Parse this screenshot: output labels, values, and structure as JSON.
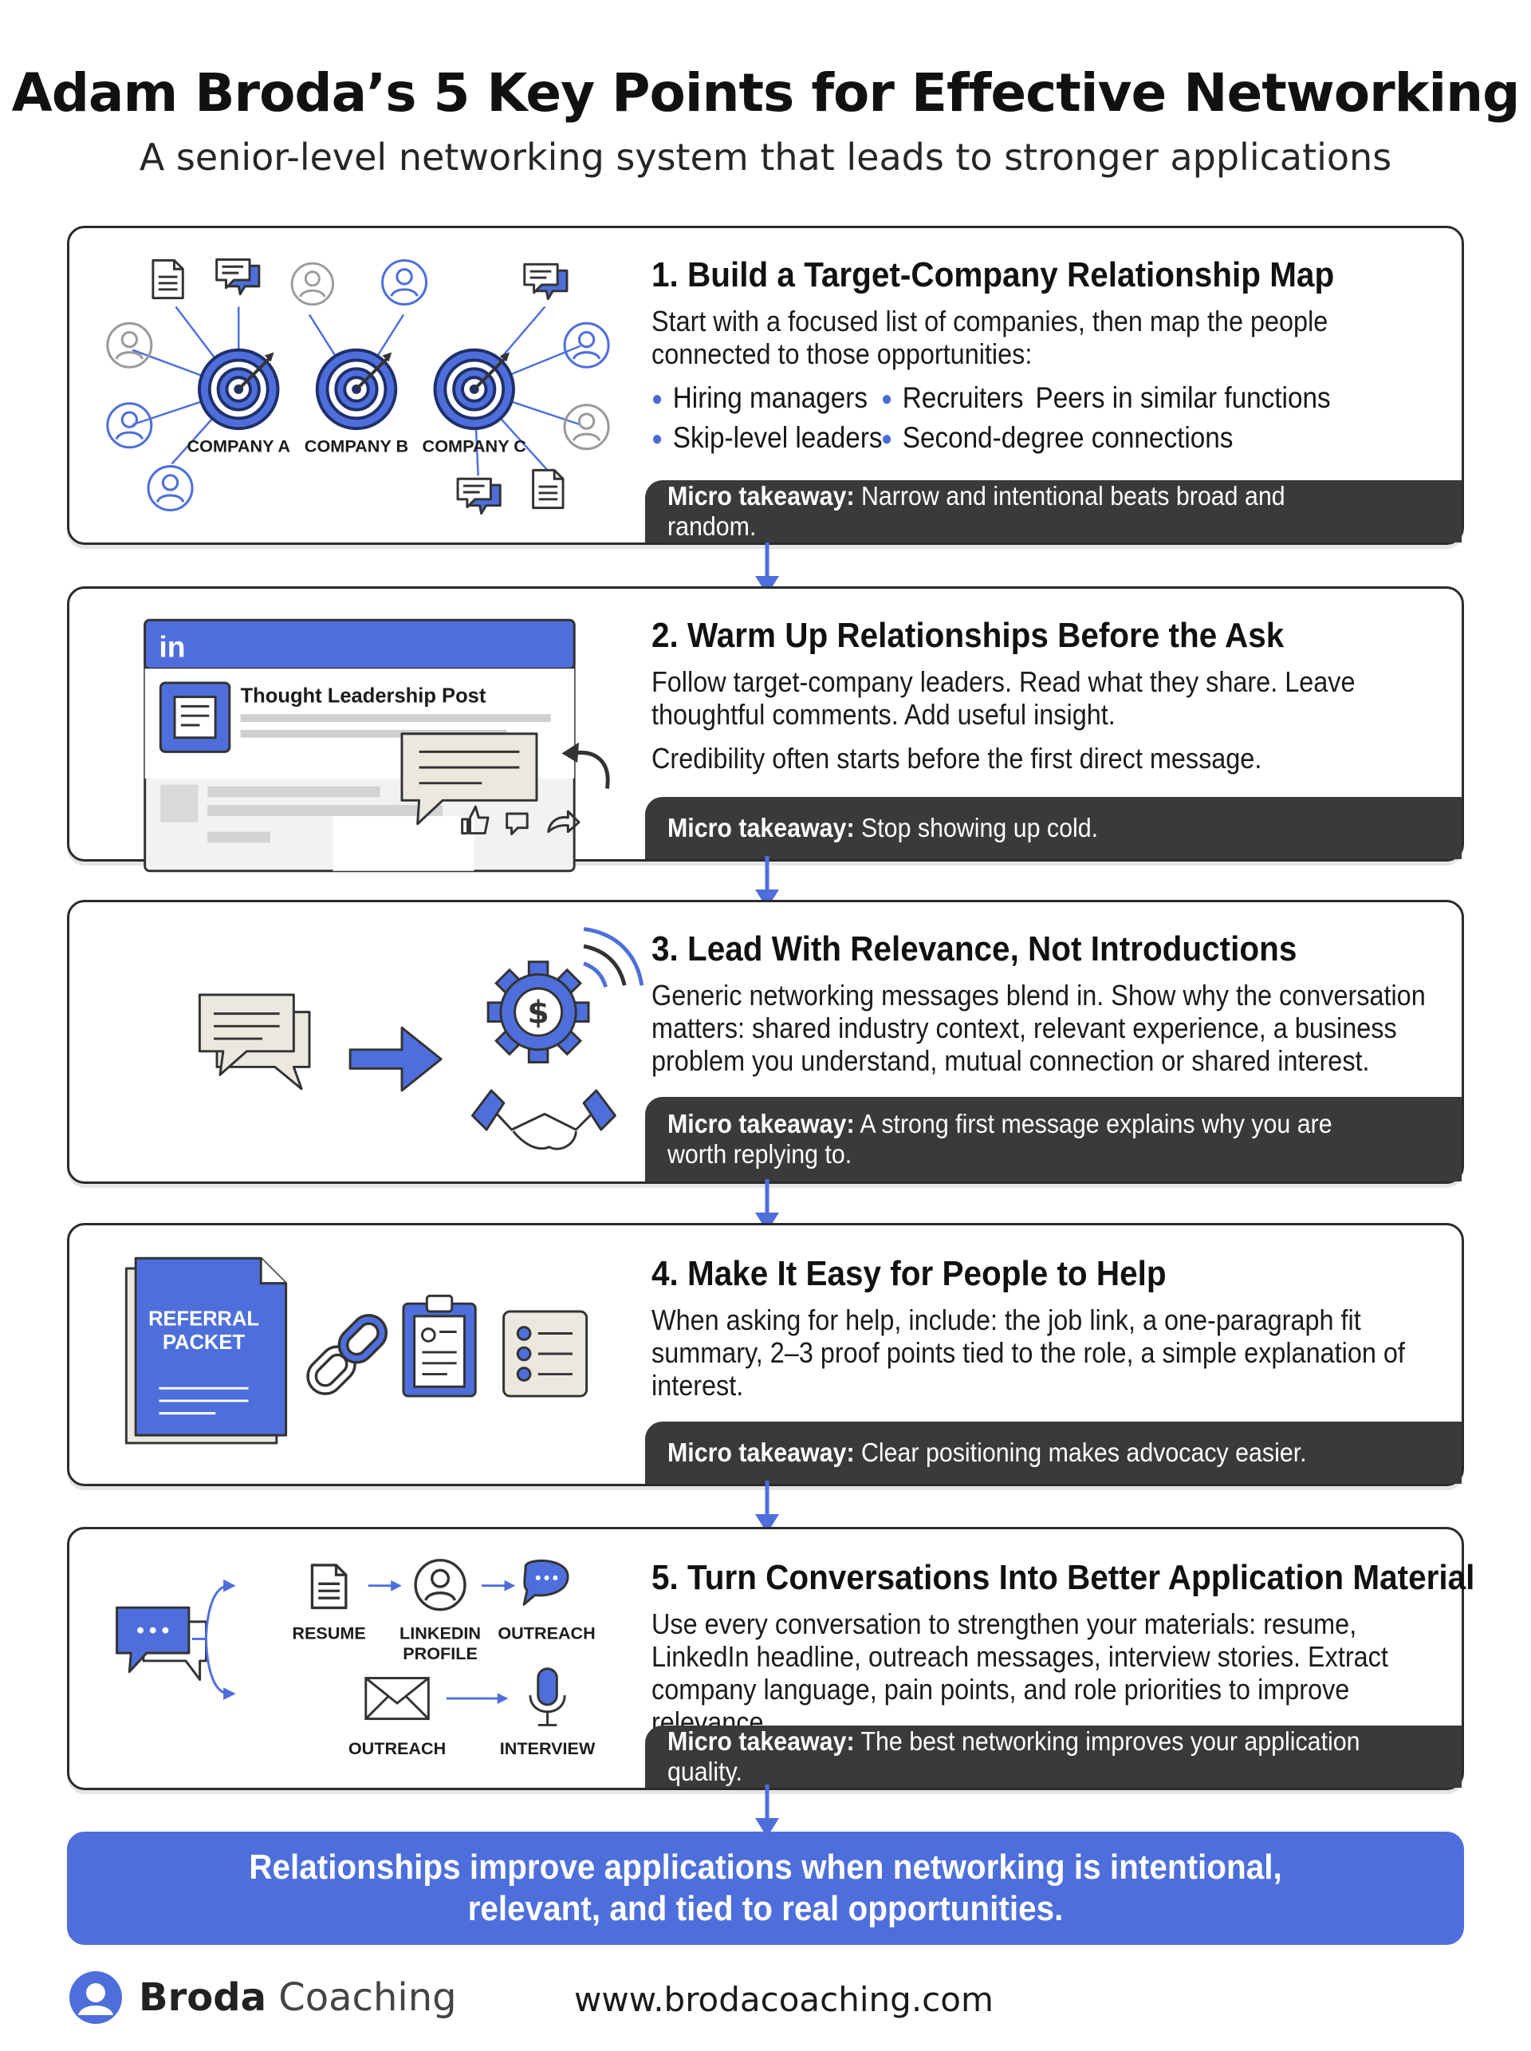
{
  "header": {
    "title": "Adam Broda’s 5 Key Points for Effective Networking",
    "subtitle": "A senior-level networking system that leads to stronger applications"
  },
  "takeaway_prefix": "Micro takeaway:",
  "cards": [
    {
      "title": "1. Build a Target-Company Relationship Map",
      "body": "Start with a focused list of companies, then map the people connected to those opportunities:",
      "bullets": [
        "Hiring managers",
        "Recruiters",
        "Peers in similar functions",
        "Skip-level leaders",
        "Second-degree connections"
      ],
      "art_labels": [
        "COMPANY A",
        "COMPANY B",
        "COMPANY C"
      ],
      "takeaway": "Narrow and intentional beats broad and random."
    },
    {
      "title": "2. Warm Up Relationships Before the Ask",
      "body": "Follow target-company leaders. Read what they share. Leave thoughtful comments. Add useful insight.",
      "body2": "Credibility often starts before the first direct message.",
      "art_labels": [
        "in",
        "Thought Leadership Post"
      ],
      "takeaway": "Stop showing up cold."
    },
    {
      "title": "3. Lead With Relevance, Not Introductions",
      "body": "Generic networking messages blend in. Show why the conversation matters: shared industry context, relevant experience, a business problem you understand, mutual connection or shared interest.",
      "takeaway": "A strong first message explains why you are worth replying to."
    },
    {
      "title": "4. Make It Easy for People to Help",
      "body": "When asking for help, include: the job link, a one-paragraph fit summary, 2–3 proof points tied to the role, a simple explanation of interest.",
      "art_labels": [
        "REFERRAL",
        "PACKET"
      ],
      "takeaway": "Clear positioning makes advocacy easier."
    },
    {
      "title": "5. Turn Conversations Into Better Application Material",
      "body": "Use every conversation to strengthen your materials: resume, LinkedIn headline, outreach messages, interview stories. Extract company language, pain points, and role priorities to improve relevance.",
      "art_labels": [
        "RESUME",
        "LINKEDIN",
        "PROFILE",
        "OUTREACH",
        "OUTREACH",
        "INTERVIEW"
      ],
      "takeaway": "The best networking improves your application quality."
    }
  ],
  "banner": "Relationships improve applications when networking is intentional, relevant, and tied to real opportunities.",
  "footer": {
    "brand_bold": "Broda",
    "brand_light": "Coaching",
    "website": "www.brodacoaching.com"
  },
  "colors": {
    "accent": "#4e6fdb",
    "dark": "#3a3a3a",
    "light_fill": "#ebe8df"
  }
}
